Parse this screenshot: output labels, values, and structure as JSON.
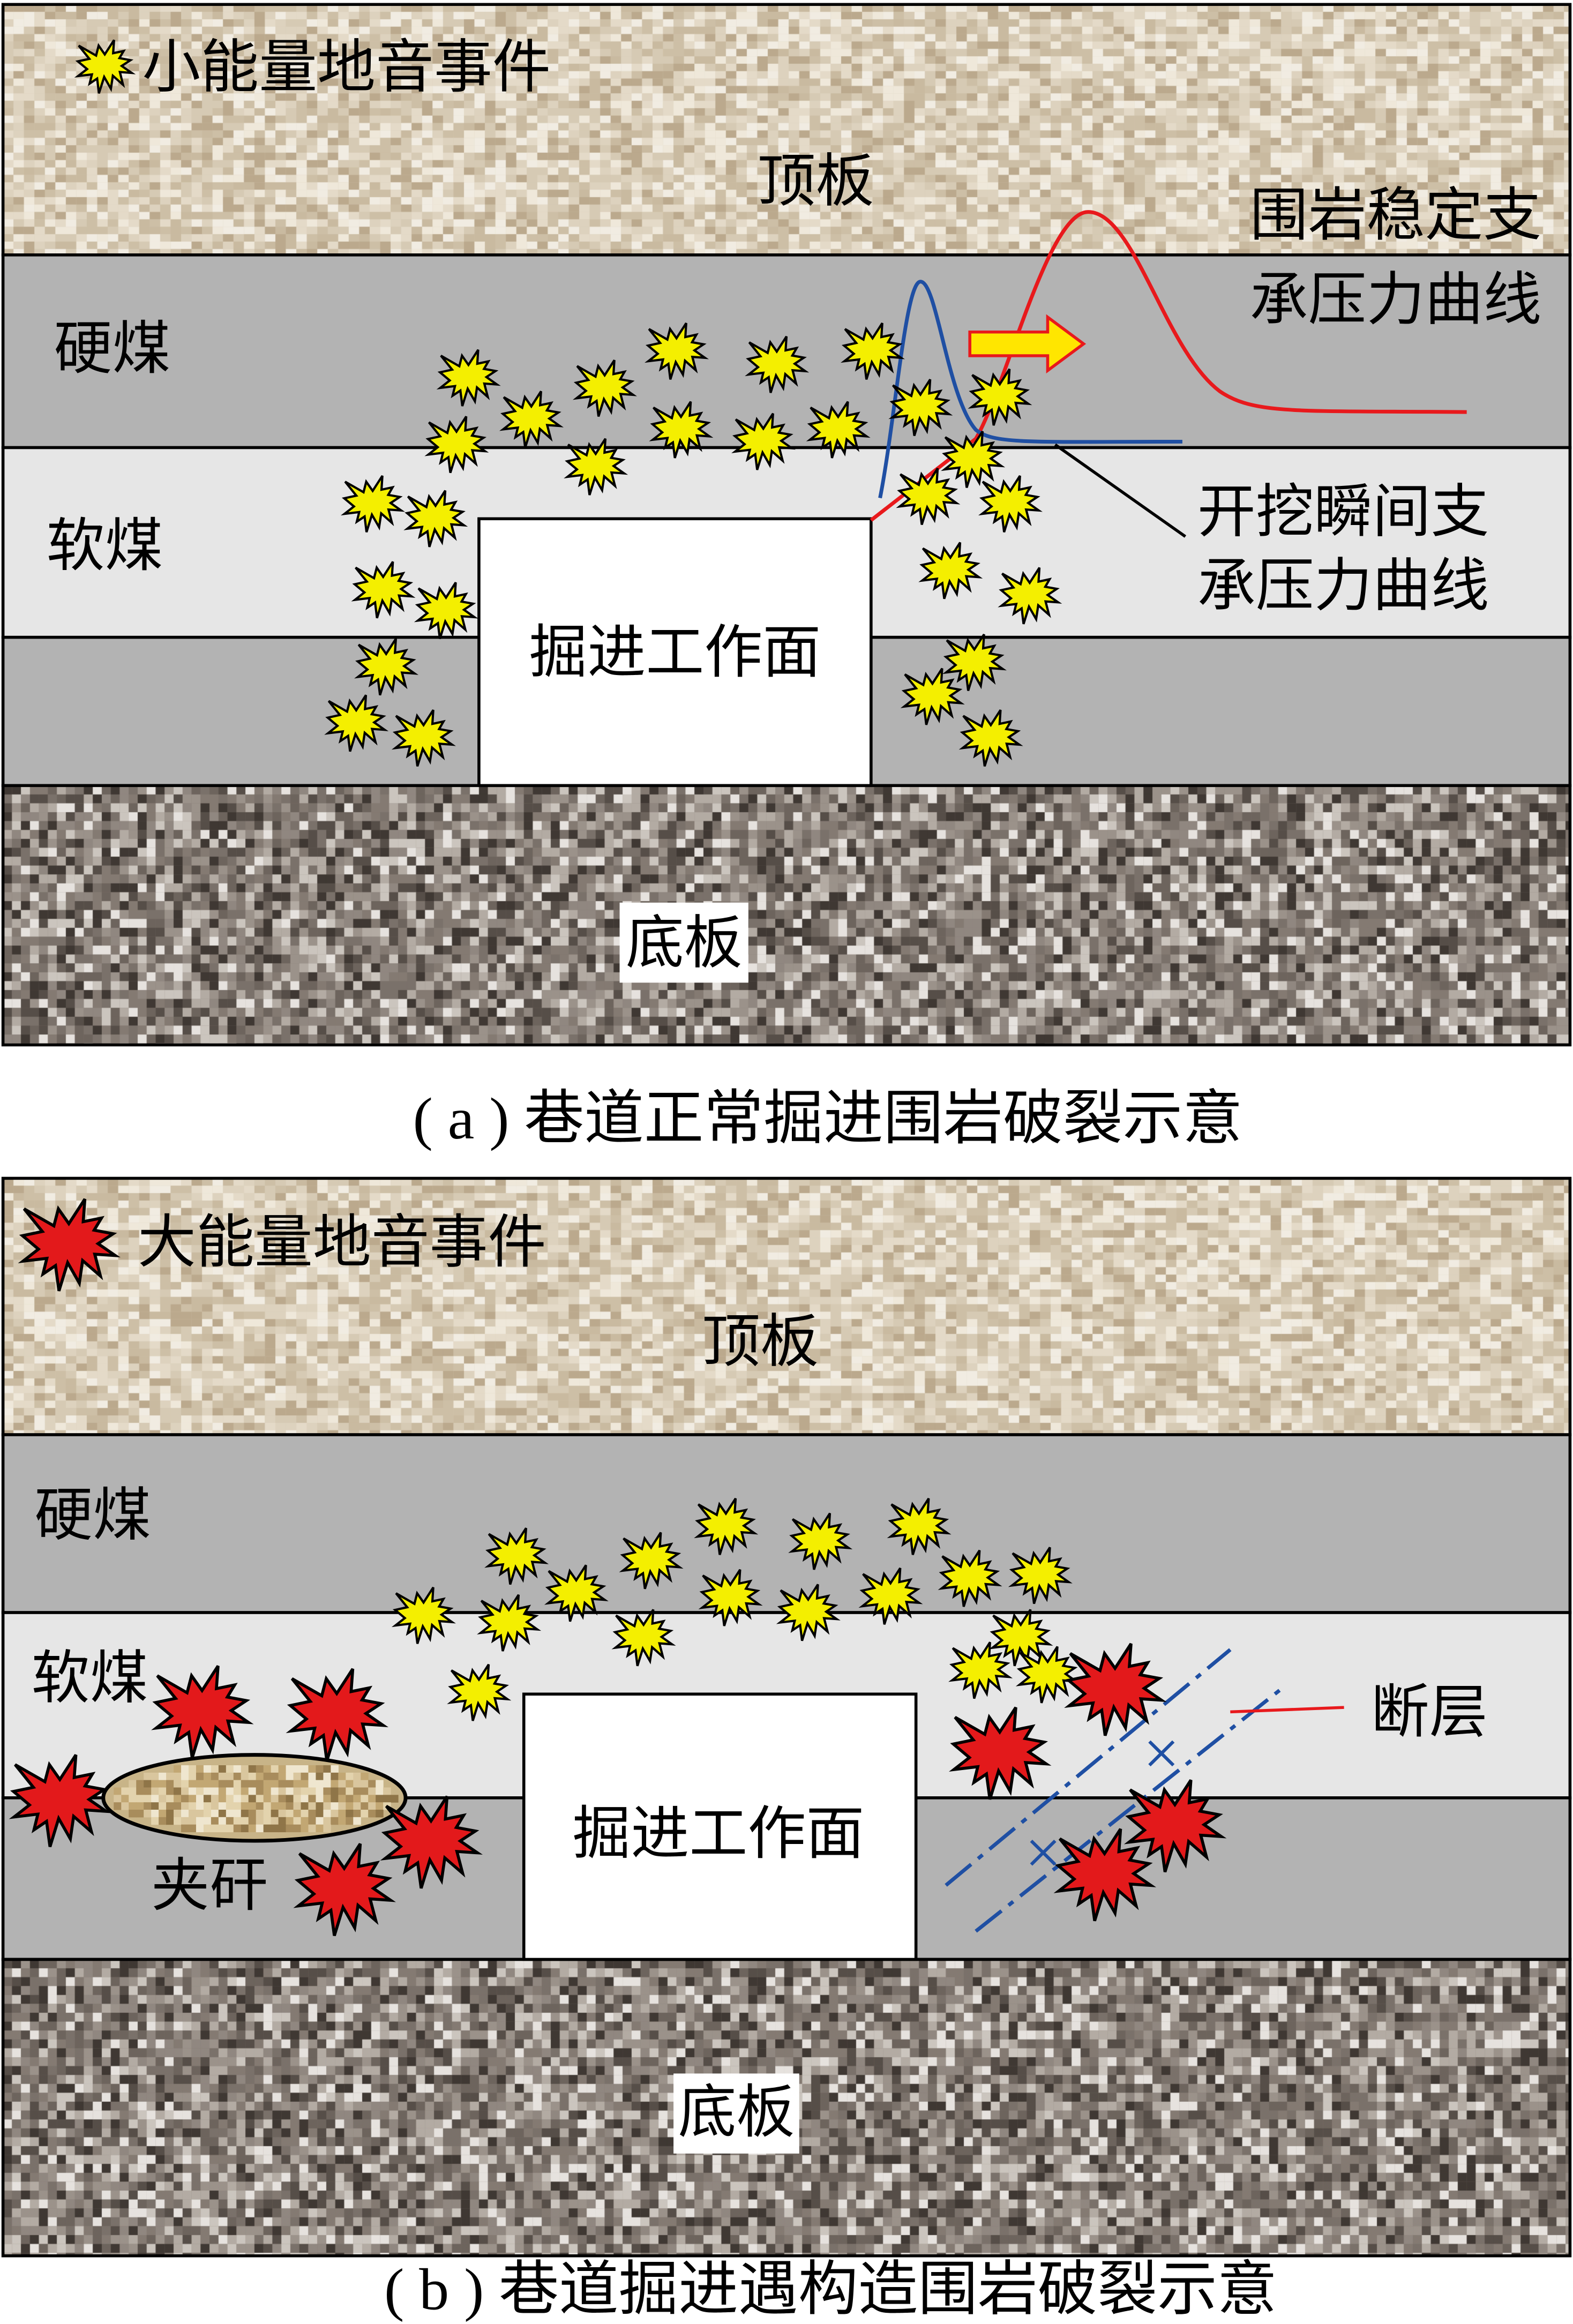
{
  "colors": {
    "roof": "#d6cab4",
    "hard_coal": "#b3b3b3",
    "soft_coal": "#e6e6e6",
    "floor": "#857b73",
    "interlayer": "#c8b488",
    "small_event": "#f4ef00",
    "large_event": "#e3191b",
    "stable_curve": "#e8191c",
    "excavation_curve": "#1f4fa3",
    "leader_line": "#000000",
    "arrow_fill": "#ffe600",
    "arrow_outline": "#e8191c",
    "fault_line": "#1f4fa3",
    "fault_leader": "#e8191c"
  },
  "panel_a": {
    "legend": {
      "icon": "small-energy-event-star-icon",
      "label": "小能量地音事件"
    },
    "layers": {
      "roof": "顶板",
      "hard_coal": "硬煤",
      "soft_coal": "软煤",
      "floor": "底板"
    },
    "work_face": "掘进工作面",
    "stable_curve_label": [
      "围岩稳定支",
      "承压力曲线"
    ],
    "excavation_curve_label": [
      "开挖瞬间支",
      "承压力曲线"
    ],
    "arrow_icon": "right-arrow-icon",
    "caption": "( a ) 巷道正常掘进围岩破裂示意"
  },
  "panel_b": {
    "legend": {
      "icon": "large-energy-event-star-icon",
      "label": "大能量地音事件"
    },
    "layers": {
      "roof": "顶板",
      "hard_coal": "硬煤",
      "soft_coal": "软煤",
      "floor": "底板"
    },
    "work_face": "掘进工作面",
    "interlayer": "夹矸",
    "fault": "断层",
    "caption": "( b ) 巷道掘进遇构造围岩破裂示意"
  }
}
